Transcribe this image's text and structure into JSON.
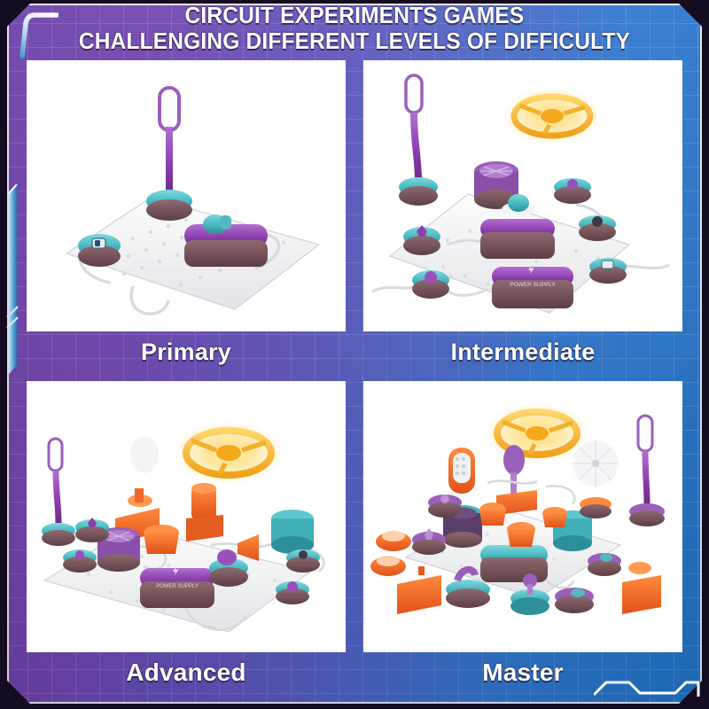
{
  "header": {
    "title_line1": "CIRCUIT EXPERIMENTS GAMES",
    "title_line2": "CHALLENGING DIFFERENT LEVELS OF DIFFICULTY"
  },
  "theme": {
    "frame_gradient_start": "#6a3fa8",
    "frame_gradient_end": "#1f72c6",
    "outer_background": "#150b20",
    "panel_background": "#ffffff",
    "caption_text_color": "#ffffff",
    "accent_white": "#ffffff",
    "accent_light_blue": "#7fc4e8"
  },
  "panels": [
    {
      "id": "primary",
      "caption": "Primary",
      "module_count": 3,
      "components": [
        "led-lamp-purple",
        "switch-module-teal",
        "power-module-purple",
        "pegboard-white",
        "wire-white"
      ],
      "power_supply_label": ""
    },
    {
      "id": "intermediate",
      "caption": "Intermediate",
      "module_count": 8,
      "components": [
        "led-lamp-purple",
        "fan-motor-purple",
        "flying-disc-orange",
        "button-module-teal",
        "switch-module-teal",
        "power-supply-module",
        "pegboard-white",
        "wire-white"
      ],
      "power_supply_label": "POWER SUPPLY"
    },
    {
      "id": "advanced",
      "caption": "Advanced",
      "module_count": 14,
      "components": [
        "led-lamp-purple",
        "fan-motor-purple",
        "flying-disc-orange",
        "speaker-orange",
        "bell-orange",
        "motor-teal",
        "lightbulb-white",
        "power-supply-module",
        "pegboard-white",
        "wire-white"
      ],
      "power_supply_label": "POWER SUPPLY"
    },
    {
      "id": "master",
      "caption": "Master",
      "module_count": 22,
      "components": [
        "led-lamp-purple",
        "led-panel-orange",
        "fan-blade-white",
        "fan-motor-teal",
        "flying-disc-orange",
        "microphone-purple",
        "speaker-orange",
        "buzzer-orange",
        "switch-module-teal",
        "power-module-teal",
        "pegboard-white",
        "wire-white"
      ],
      "power_supply_label": ""
    }
  ]
}
